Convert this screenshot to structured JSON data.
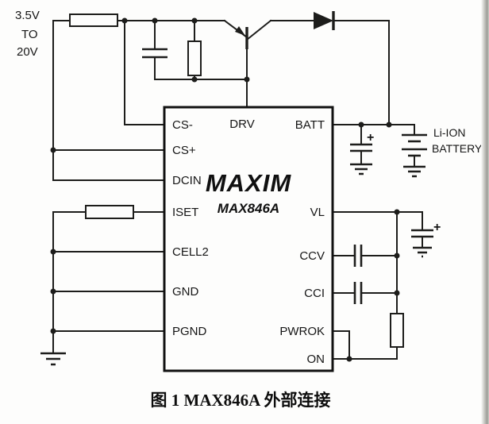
{
  "figure": {
    "caption": "图 1  MAX846A 外部连接"
  },
  "source_label": {
    "line1": "3.5V",
    "line2": "TO",
    "line3": "20V"
  },
  "ic": {
    "brand": "MAXIM",
    "part": "MAX846A",
    "pins": {
      "top": "DRV",
      "left": [
        "CS-",
        "CS+",
        "DCIN",
        "ISET",
        "CELL2",
        "GND",
        "PGND"
      ],
      "right": [
        "BATT",
        "VL",
        "CCV",
        "CCI",
        "PWROK",
        "ON"
      ]
    }
  },
  "battery": {
    "line1": "Li-ION",
    "line2": "BATTERY"
  },
  "marks": {
    "plus": "+"
  },
  "colors": {
    "ink": "#1d1d1b",
    "paper": "#fdfdfc"
  }
}
